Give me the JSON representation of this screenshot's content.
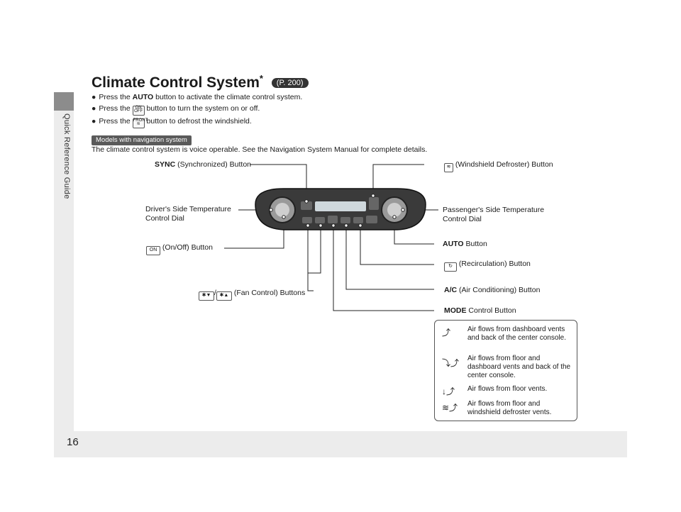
{
  "side_tab": {
    "label": "Quick Reference Guide"
  },
  "page_number": "16",
  "title": {
    "text": "Climate Control System",
    "asterisk": "*",
    "ref": "(P. 200)"
  },
  "bullets": [
    {
      "before": "Press the ",
      "bold": "AUTO",
      "after": " button to activate the climate control system."
    },
    {
      "before": "Press the ",
      "glyph": "ON/OFF",
      "after": " button to turn the system on or off."
    },
    {
      "before": "Press the ",
      "glyph": "FRONT",
      "after": " button to defrost the windshield."
    }
  ],
  "nav_badge": "Models with navigation system",
  "nav_text": "The climate control system is voice operable. See the Navigation System Manual for complete details.",
  "callouts": {
    "sync": {
      "bold": "SYNC",
      "text": " (Synchronized) Button"
    },
    "defroster": {
      "text": " (Windshield Defroster) Button"
    },
    "driver_dial": {
      "line1": "Driver's Side Temperature",
      "line2": "Control Dial"
    },
    "passenger_dial": {
      "line1": "Passenger's Side Temperature",
      "line2": "Control Dial"
    },
    "onoff": {
      "text": " (On/Off) Button"
    },
    "auto": {
      "bold": "AUTO",
      "text": " Button"
    },
    "recirc": {
      "text": " (Recirculation) Button"
    },
    "fan": {
      "sep": "/",
      "text": " (Fan Control) Buttons"
    },
    "ac": {
      "bold": "A/C",
      "text": " (Air Conditioning) Button"
    },
    "mode": {
      "bold": "MODE",
      "text": " Control Button"
    }
  },
  "legend": [
    {
      "icon": "dashboard-vents-icon",
      "text": "Air flows from dashboard vents and back of the center console."
    },
    {
      "icon": "floor-dashboard-vents-icon",
      "text": "Air flows from floor and dashboard vents and back of the center console."
    },
    {
      "icon": "floor-vents-icon",
      "text": "Air flows from floor vents."
    },
    {
      "icon": "floor-defroster-icon",
      "text": "Air flows from floor and windshield defroster vents."
    }
  ]
}
